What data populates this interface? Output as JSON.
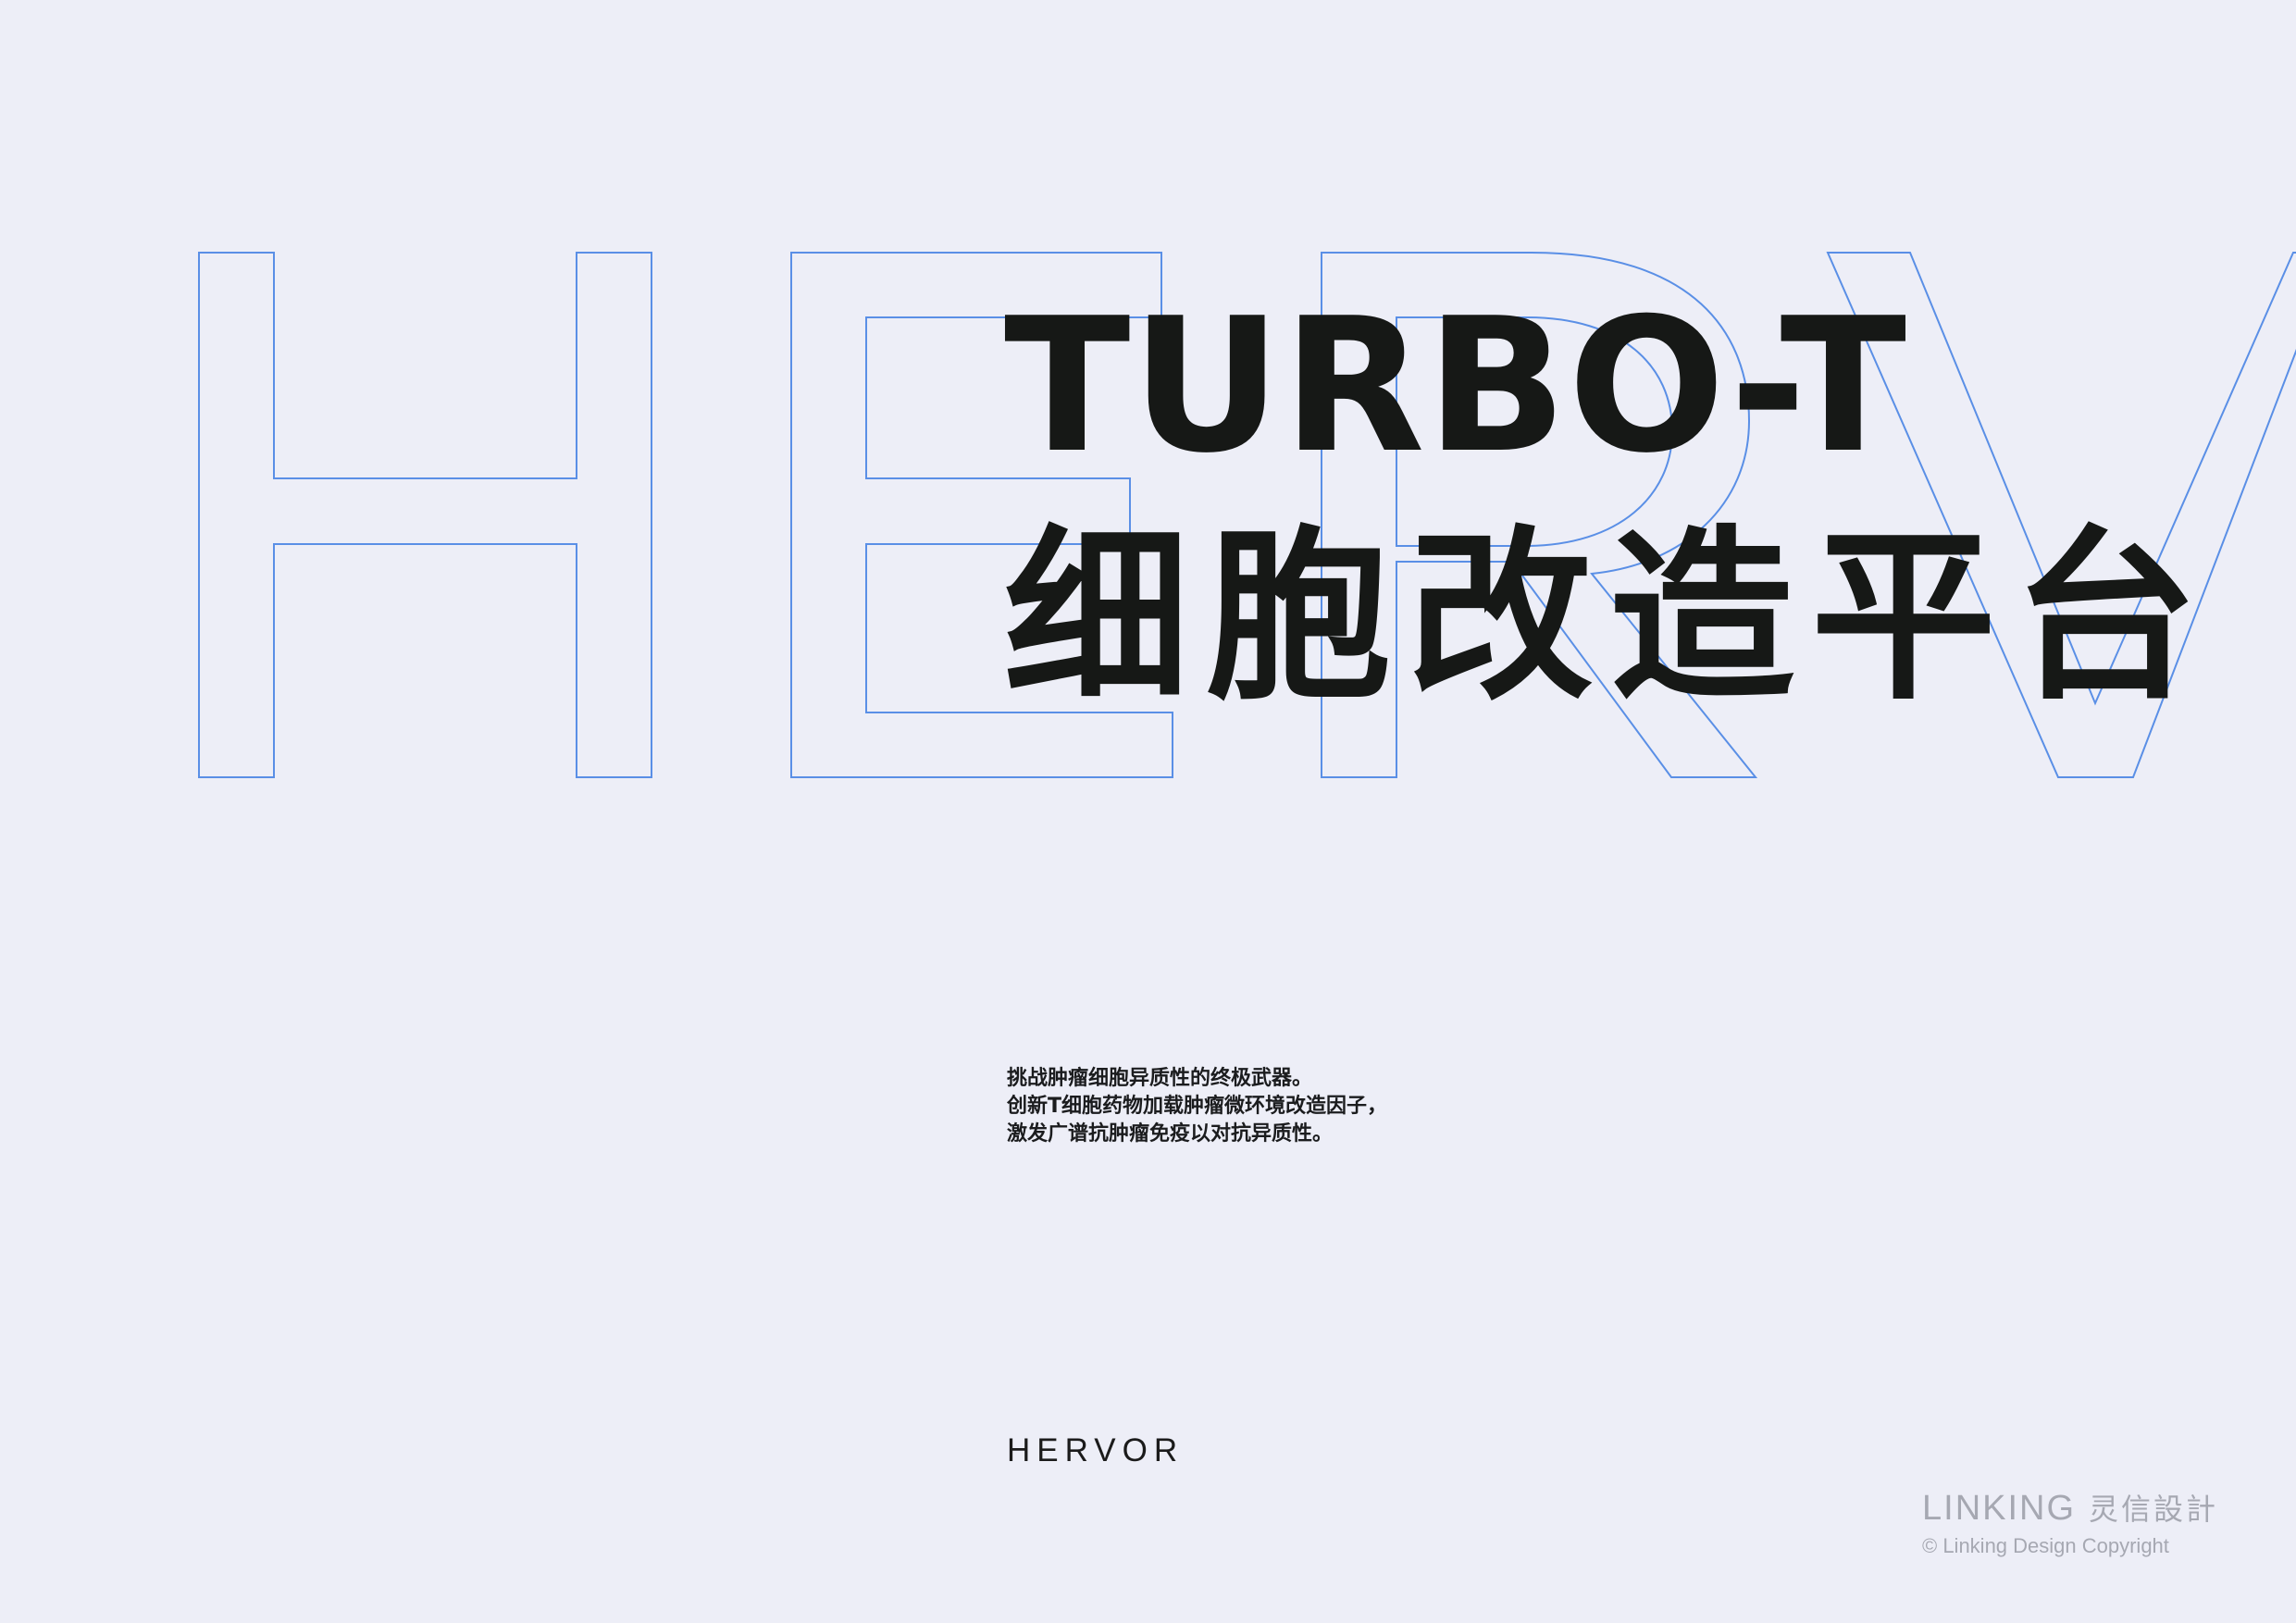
{
  "background": {
    "color": "#edeef7",
    "outline_letters": "HERV",
    "outline_color": "#5a8fe6"
  },
  "headline": {
    "line1": "TURBO-T",
    "line2": "细胞改造平台",
    "color": "#161816"
  },
  "description": {
    "lines": [
      "挑战肿瘤细胞异质性的终极武器。",
      "创新T细胞药物加载肿瘤微环境改造因子，",
      "激发广谱抗肿瘤免疫以对抗异质性。"
    ]
  },
  "brand": {
    "name": "HERVOR"
  },
  "credit": {
    "logo_en": "LINKING",
    "logo_cn": "灵信設計",
    "copyright": "© Linking Design Copyright",
    "color": "#a6a8b2"
  }
}
